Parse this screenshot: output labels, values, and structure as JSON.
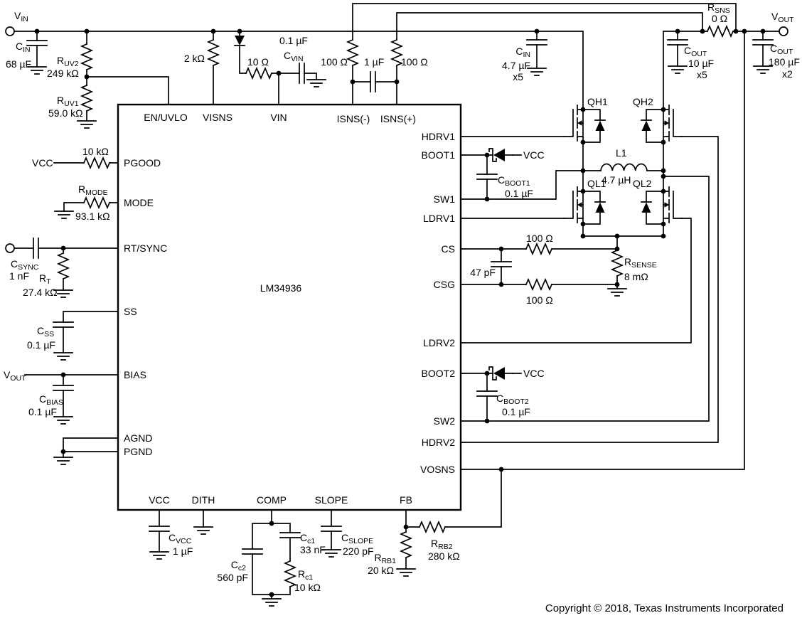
{
  "chip": {
    "name": "LM34936"
  },
  "pins": {
    "top": [
      "EN/UVLO",
      "VISNS",
      "VIN",
      "ISNS(-)",
      "ISNS(+)"
    ],
    "left": [
      "PGOOD",
      "MODE",
      "RT/SYNC",
      "SS",
      "BIAS",
      "AGND",
      "PGND"
    ],
    "right": [
      "HDRV1",
      "BOOT1",
      "SW1",
      "LDRV1",
      "CS",
      "CSG",
      "LDRV2",
      "BOOT2",
      "SW2",
      "HDRV2",
      "VOSNS"
    ],
    "bottom": [
      "VCC",
      "DITH",
      "COMP",
      "SLOPE",
      "FB"
    ]
  },
  "terminals": {
    "vin": {
      "main": "V",
      "sub": "IN"
    },
    "vout": {
      "main": "V",
      "sub": "OUT"
    }
  },
  "nets": {
    "vcc_pgood": "VCC",
    "vcc_boot1": "VCC",
    "vcc_boot2": "VCC",
    "vout_bias": {
      "main": "V",
      "sub": "OUT"
    }
  },
  "components": {
    "cin_bulk": {
      "name": "C",
      "sub": "IN",
      "value": "68 µF"
    },
    "ruv2": {
      "name": "R",
      "sub": "UV2",
      "value": "249 kΩ"
    },
    "ruv1": {
      "name": "R",
      "sub": "UV1",
      "value": "59.0 kΩ"
    },
    "r_visns": {
      "value": "2 kΩ"
    },
    "r_vin": {
      "value": "10 Ω"
    },
    "cvin": {
      "name": "C",
      "sub": "VIN",
      "value": "0.1 µF"
    },
    "r_isns_n": {
      "value": "100 Ω"
    },
    "c_isns": {
      "value": "1 µF"
    },
    "r_isns_p": {
      "value": "100 Ω"
    },
    "cin_hf": {
      "name": "C",
      "sub": "IN",
      "value": "4.7 µF",
      "qty": "x5"
    },
    "rsns": {
      "name": "R",
      "sub": "SNS",
      "value": "0 Ω"
    },
    "cout_hf": {
      "name": "C",
      "sub": "OUT",
      "value": "10 µF",
      "qty": "x5"
    },
    "cout_bulk": {
      "name": "C",
      "sub": "OUT",
      "value": "180 µF",
      "qty": "x2"
    },
    "r_pgood": {
      "value": "10 kΩ"
    },
    "rmode": {
      "name": "R",
      "sub": "MODE",
      "value": "93.1 kΩ"
    },
    "csync": {
      "name": "C",
      "sub": "SYNC",
      "value": "1 nF"
    },
    "rt": {
      "name": "R",
      "sub": "T",
      "value": "27.4 kΩ"
    },
    "css": {
      "name": "C",
      "sub": "SS",
      "value": "0.1 µF"
    },
    "cbias": {
      "name": "C",
      "sub": "BIAS",
      "value": "0.1 µF"
    },
    "cvcc": {
      "name": "C",
      "sub": "VCC",
      "value": "1 µF"
    },
    "cc2": {
      "name": "C",
      "sub": "c2",
      "value": "560 pF"
    },
    "cc1": {
      "name": "C",
      "sub": "c1",
      "value": "33 nF"
    },
    "rc1": {
      "name": "R",
      "sub": "c1",
      "value": "10 kΩ"
    },
    "cslope": {
      "name": "C",
      "sub": "SLOPE",
      "value": "220 pF"
    },
    "rrb1": {
      "name": "R",
      "sub": "RB1",
      "value": "20 kΩ"
    },
    "rrb2": {
      "name": "R",
      "sub": "RB2",
      "value": "280 kΩ"
    },
    "qh1": "QH1",
    "qh2": "QH2",
    "ql1": "QL1",
    "ql2": "QL2",
    "l1": {
      "name": "L1",
      "value": "4.7 µH"
    },
    "r_cs": {
      "value": "100 Ω"
    },
    "c_cs": {
      "value": "47 pF"
    },
    "r_csg": {
      "value": "100 Ω"
    },
    "rsense": {
      "name": "R",
      "sub": "SENSE",
      "value": "8 mΩ"
    },
    "cboot1": {
      "name": "C",
      "sub": "BOOT1",
      "value": "0.1 µF"
    },
    "cboot2": {
      "name": "C",
      "sub": "BOOT2",
      "value": "0.1 µF"
    }
  },
  "footer": {
    "copyright": "Copyright © 2018, Texas Instruments Incorporated"
  }
}
